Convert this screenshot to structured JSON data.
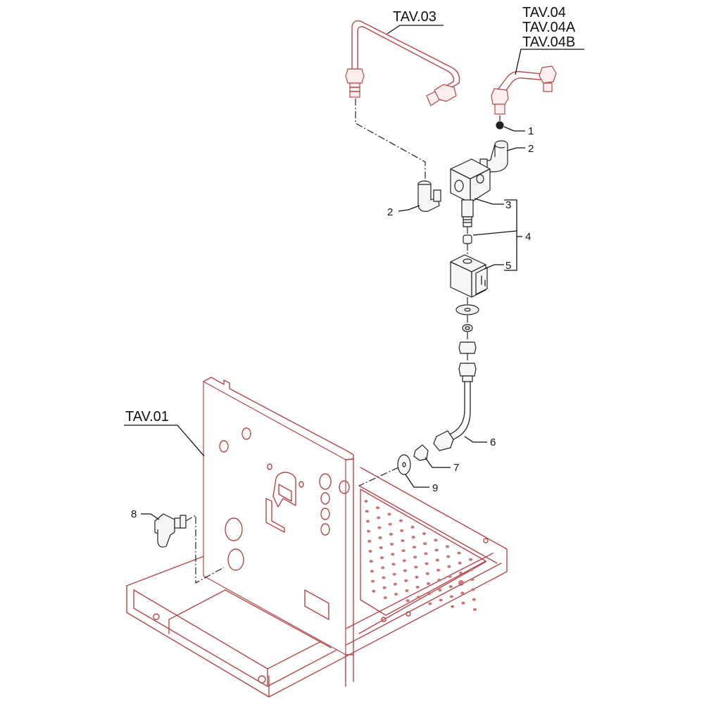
{
  "labels": {
    "tav01": "TAV.01",
    "tav03": "TAV.03",
    "tav04": "TAV.04",
    "tav04a": "TAV.04A",
    "tav04b": "TAV.04B",
    "p1": "1",
    "p2a": "2",
    "p2b": "2",
    "p3": "3",
    "p4": "4",
    "p5": "5",
    "p6": "6",
    "p7": "7",
    "p8": "8",
    "p9": "9"
  },
  "colors": {
    "frame": "#b5474a",
    "parts": "#222222"
  }
}
